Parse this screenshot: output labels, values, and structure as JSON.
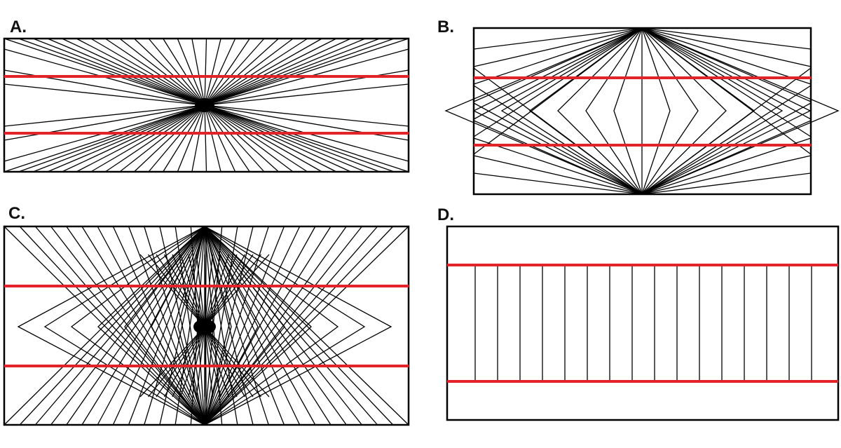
{
  "panels": [
    {
      "id": "A",
      "label": "A.",
      "pattern": "radial-center"
    },
    {
      "id": "B",
      "label": "B.",
      "pattern": "top-bottom-fans"
    },
    {
      "id": "C",
      "label": "C.",
      "pattern": "combined"
    },
    {
      "id": "D",
      "label": "D.",
      "pattern": "parallel-verticals"
    }
  ],
  "colors": {
    "lines": "#000000",
    "red_lines": "#e2232a",
    "background": "#ffffff"
  }
}
